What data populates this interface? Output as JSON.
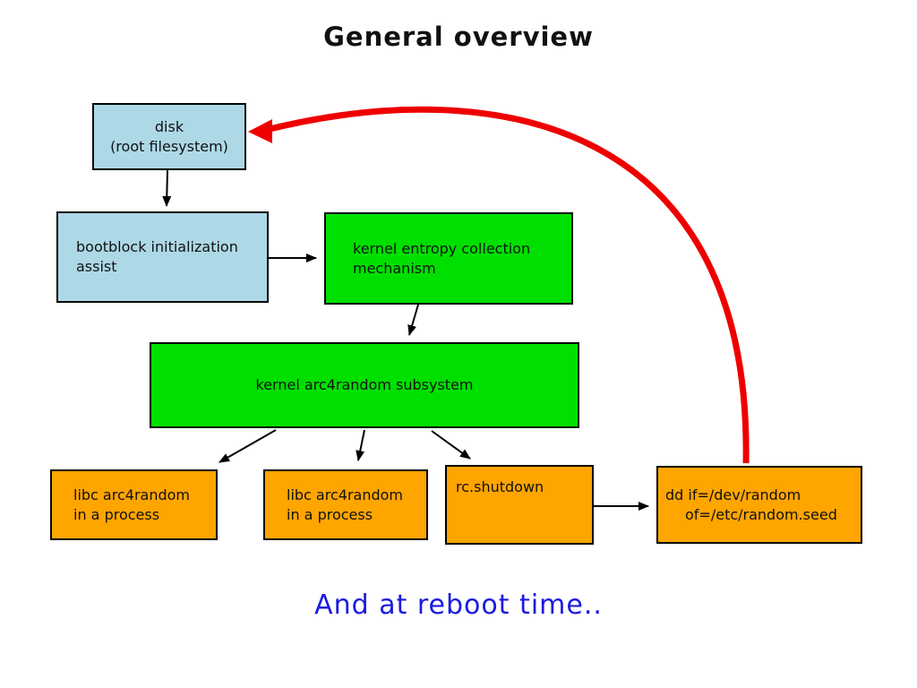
{
  "title": "General overview",
  "footer": "And at reboot time..",
  "colors": {
    "box_blue": "#add8e6",
    "box_green": "#00e000",
    "box_orange": "#ffa500",
    "arrow_red": "#ee0000",
    "arrow_black": "#000000",
    "footer_blue": "#1a1ae0",
    "border": "#000000",
    "background": "#ffffff"
  },
  "boxes": {
    "disk": {
      "lines": [
        "disk",
        "(root filesystem)"
      ]
    },
    "bootblock": {
      "lines": [
        "bootblock initialization",
        "assist"
      ]
    },
    "entropy": {
      "lines": [
        "kernel entropy collection",
        "mechanism"
      ]
    },
    "arc4": {
      "label": "kernel arc4random subsystem"
    },
    "libc1": {
      "lines": [
        "libc arc4random",
        "in a process"
      ]
    },
    "libc2": {
      "lines": [
        "libc arc4random",
        "in a process"
      ]
    },
    "rcshutdown": {
      "label": "rc.shutdown"
    },
    "dd": {
      "lines": [
        "dd if=/dev/random",
        "of=/etc/random.seed"
      ]
    }
  },
  "edges": [
    "disk to bootblock",
    "bootblock to entropy",
    "entropy to arc4random",
    "arc4random to libc1",
    "arc4random to libc2",
    "arc4random to rc.shutdown",
    "rc.shutdown to dd",
    "dd back to disk (red, at reboot)"
  ]
}
